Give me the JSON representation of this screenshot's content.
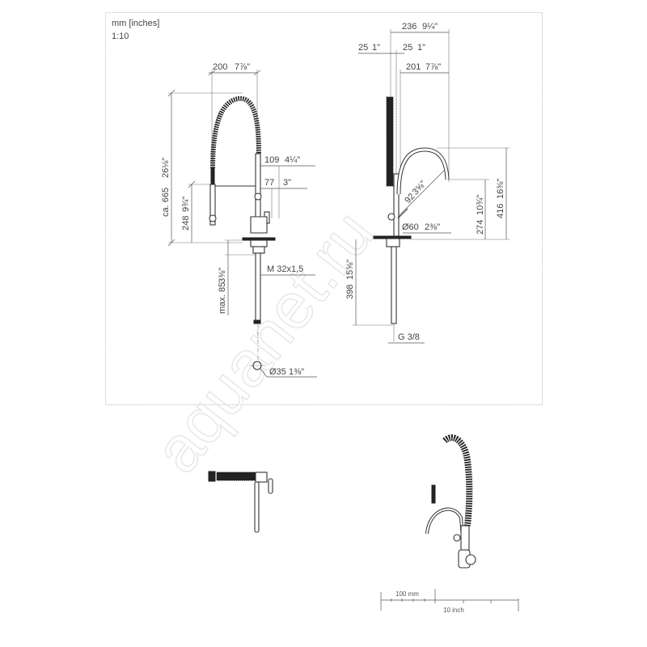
{
  "header": {
    "units": "mm [inches]",
    "scale": "1:10"
  },
  "front_view": {
    "width_top": {
      "mm": "200",
      "in": "7⅞\""
    },
    "height_total": {
      "mm": "ca. 665",
      "in": "26⅛\""
    },
    "height_side_spray": {
      "mm": "248",
      "in": "9¾\""
    },
    "offset_1": {
      "mm": "109",
      "in": "4¼\""
    },
    "offset_2": {
      "mm": "77",
      "in": "3\""
    },
    "below_deck": {
      "mm": "max. 85",
      "in": "3⅜\""
    },
    "thread": "M 32x1,5",
    "hole_diameter": {
      "mm": "Ø35",
      "in": "1⅜\""
    }
  },
  "side_view": {
    "width_total": {
      "mm": "236",
      "in": "9¼\""
    },
    "offset_left": {
      "mm": "25",
      "in": "1\""
    },
    "offset_mid": {
      "mm": "25",
      "in": "1\""
    },
    "spout_reach": {
      "mm": "201",
      "in": "7⅞\""
    },
    "angle_dim": {
      "mm": "92",
      "in": "3⅝\""
    },
    "base_diameter": {
      "mm": "Ø60",
      "in": "2⅜\""
    },
    "spout_height": {
      "mm": "274",
      "in": "10¾\""
    },
    "total_height": {
      "mm": "416",
      "in": "16⅜\""
    },
    "supply_length": {
      "mm": "398",
      "in": "15⅝\""
    },
    "connection": "G 3/8"
  },
  "scale_bar": {
    "metric_label": "100 mm",
    "imperial_label": "10 inch"
  },
  "watermark": "aquanet.ru"
}
